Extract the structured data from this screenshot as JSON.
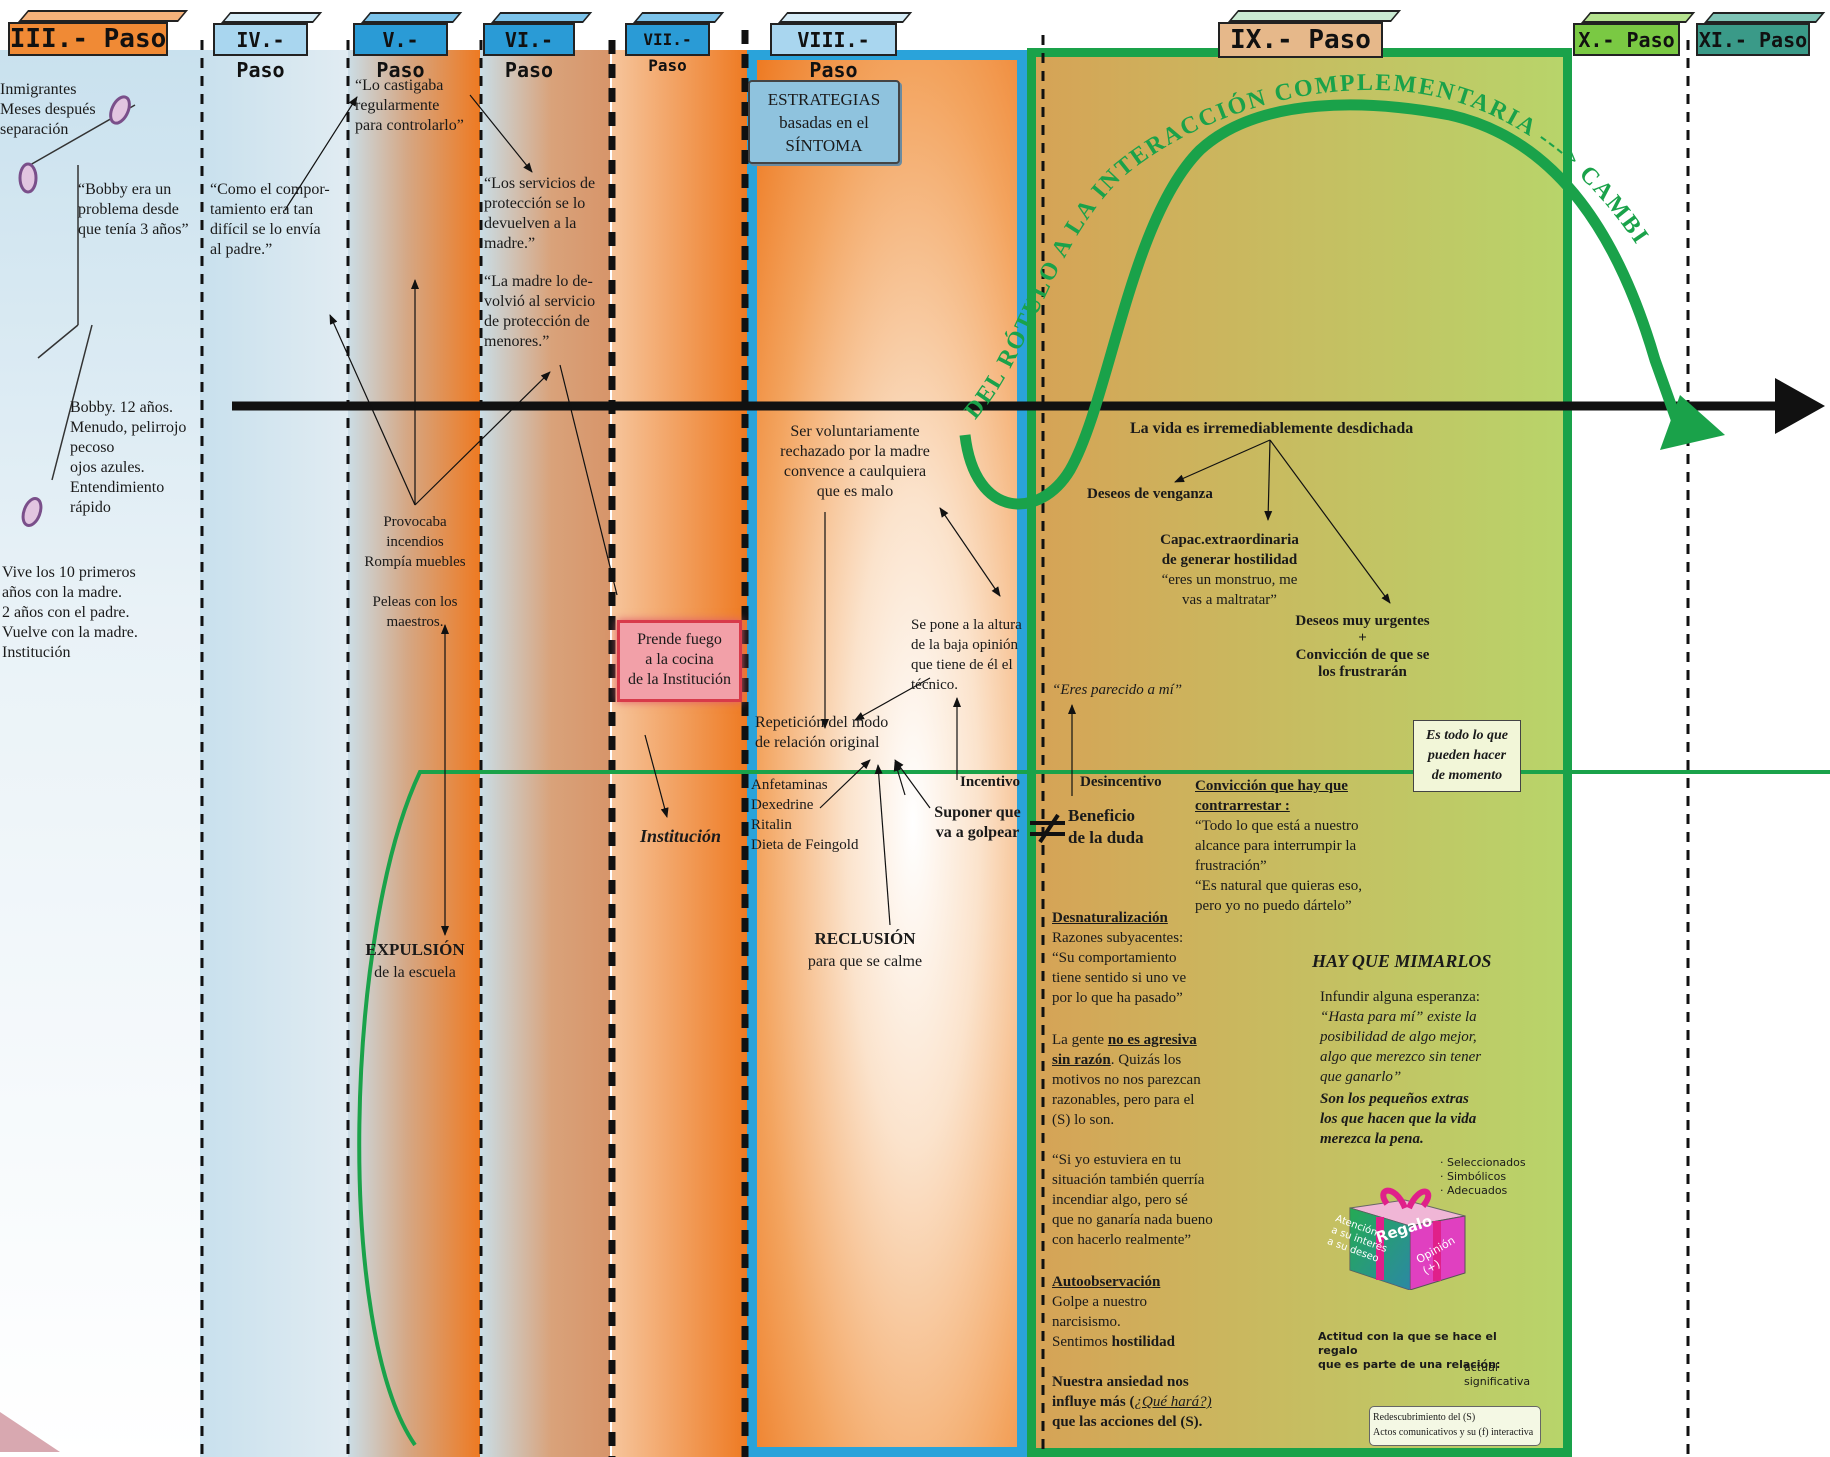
{
  "headers": [
    {
      "label": "III.- Paso",
      "color": "#f08a35"
    },
    {
      "label": "IV.- Paso",
      "color": "#a9d6ef"
    },
    {
      "label": "V.- Paso",
      "color": "#2a9bd6"
    },
    {
      "label": "VI.- Paso",
      "color": "#2a9bd6"
    },
    {
      "label": "VII.- Paso",
      "color": "#2a9bd6"
    },
    {
      "label": "VIII.- Paso",
      "color": "#a9d6ef"
    },
    {
      "label": "IX.- Paso",
      "color": "#e6b88a"
    },
    {
      "label": "X.- Paso",
      "color": "#7ac943"
    },
    {
      "label": "XI.- Paso",
      "color": "#3a9a88"
    }
  ],
  "col3": {
    "family": "Inmigrantes\nMeses después\nseparación",
    "quote": "“Bobby era un\nproblema desde\nque tenía 3 años”",
    "bobby": "Bobby. 12 años.\nMenudo, pelirrojo\npecoso\nojos azules.\nEntendimiento\nrápido",
    "history": "Vive los 10 primeros\naños con la madre.\n2 años con el padre.\nVuelve con la madre.\nInstitución"
  },
  "col4": {
    "quote": "“Como el compor-\ntamiento era tan\ndifícil se lo envía\nal padre.”"
  },
  "col5": {
    "quote": "“Lo castigaba\nregularmente\npara controlarlo”",
    "provocaba": "Provocaba\nincendios\nRompía muebles",
    "peleas": "Peleas con los\nmaestros.",
    "expulsion_title": "EXPULSIÓN",
    "expulsion_sub": "de la escuela"
  },
  "col6": {
    "quote1": "“Los servicios de\nprotección se lo\ndevuelven a la\nmadre.”",
    "quote2": "“La madre lo de-\nvolvió al servicio\nde protección de\nmenores.”"
  },
  "col7": {
    "fire": "Prende fuego\na la cocina\nde la Institución",
    "institucion": "Institución"
  },
  "col8": {
    "estrategias": "ESTRATEGIAS\nbasadas en el\nSÍNTOMA",
    "voluntario": "Ser voluntariamente\nrechazado por la madre\nconvence a caulquiera\nque es malo",
    "altura": "Se pone a la altura\nde la baja opinión\nque tiene de él el\ntécnico.",
    "repeticion": "Repetición del modo\nde relación original",
    "drugs": "Anfetaminas\nDexedrine\nRitalin\nDieta de Feingold",
    "incentivo": "Incentivo",
    "suponer": "Suponer que\nva a golpear",
    "reclusion_title": "RECLUSIÓN",
    "reclusion_sub": "para que se calme"
  },
  "col9": {
    "arc_text": "DEL RÓTULO A LA INTERACCIÓN COMPLEMENTARIA ---> CAMBIO",
    "vida": "La vida es irremediablemente desdichada",
    "venganza": "Deseos de venganza",
    "capac": "Capac.extraordinaria\nde generar hostilidad",
    "capac_quote": "“eres un monstruo, me\nvas a maltratar”",
    "deseos_urgentes": "Deseos muy urgentes\n+\nConvicción de que se\nlos frustrarán",
    "parecido": "“Eres parecido a mí”",
    "todo_lo_que": "Es todo lo que\npueden hacer\nde momento",
    "desincentivo": "Desincentivo",
    "beneficio": "Beneficio\nde la duda",
    "conviccion_title": "Convicción que hay que\ncontrarrestar :",
    "conviccion_quote": "“Todo lo que está a nuestro\nalcance para interrumpir la\nfrustración”\n“Es natural que quieras eso,\npero yo no puedo dártelo”",
    "desnat_title": "Desnaturalización",
    "desnat_body": "Razones subyacentes:\n“Su comportamiento\ntiene sentido si uno ve\npor lo que ha pasado”",
    "gente_pre": "La gente ",
    "gente_bold": "no es agresiva\nsin razón",
    "gente_post": ". Quizás los\nmotivos no nos parezcan\nrazonables, pero para el\n(S) lo son.",
    "si_yo": "“Si yo estuviera en tu\nsituación también querría\nincendiar algo, pero sé\nque no ganaría nada bueno\ncon hacerlo realmente”",
    "auto_title": "Autoobservación",
    "auto_body": "Golpe a nuestro\nnarcisismo.\nSentimos ",
    "auto_bold": "hostilidad",
    "ansiedad_a": "Nuestra ansiedad nos\ninfluye más (",
    "ansiedad_i": "¿Qué hará?)",
    "ansiedad_b": "\nque las acciones del (S).",
    "mimarlos": "HAY QUE MIMARLOS",
    "esperanza_a": "Infundir alguna esperanza:",
    "esperanza_b": "“Hasta para mí” existe la\nposibilidad de algo mejor,\nalgo que merezco sin tener\nque ganarlo”",
    "esperanza_c": "Son los pequeños extras\nlos que hacen que la vida\nmerezca la pena.",
    "gift_list": "· Seleccionados\n· Simbólicos\n· Adecuados",
    "gift_label": "Regalo",
    "gift_left": "Atención\na su interés\na su deseo",
    "gift_right": "Opinión (+)",
    "actitud": "Actitud con la que se hace el regalo\nque es parte de una relación:",
    "actitud_sub": "actual\nsignificativa",
    "redesc": "Redescubrimiento del (S)\nActos comunicativos y su (f) interactiva"
  }
}
